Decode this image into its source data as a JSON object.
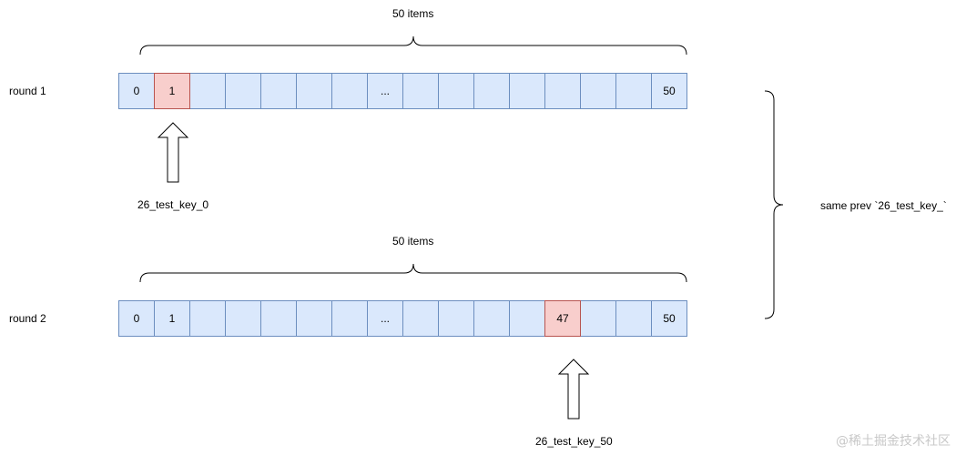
{
  "rounds": [
    {
      "label": "round 1",
      "brace_label": "50 items",
      "cells": [
        "0",
        "1",
        "",
        "",
        "",
        "",
        "",
        "...",
        "",
        "",
        "",
        "",
        "",
        "",
        "",
        "50"
      ],
      "highlight_index": 1,
      "pointer_label": "26_test_key_0"
    },
    {
      "label": "round 2",
      "brace_label": "50 items",
      "cells": [
        "0",
        "1",
        "",
        "",
        "",
        "",
        "",
        "...",
        "",
        "",
        "",
        "",
        "47",
        "",
        "",
        "50"
      ],
      "highlight_index": 12,
      "pointer_label": "26_test_key_50"
    }
  ],
  "side_brace_label": "same prev `26_test_key_`",
  "watermark": "@稀土掘金技术社区",
  "colors": {
    "cell_fill": "#dae8fc",
    "cell_stroke": "#6c8ebf",
    "highlight_fill": "#f8cecc",
    "highlight_stroke": "#b85450"
  }
}
